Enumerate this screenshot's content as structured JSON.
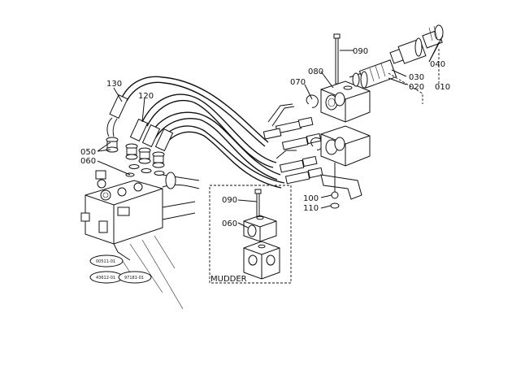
{
  "labels": {
    "p130": "130",
    "p120": "120",
    "p050": "050",
    "p060_left": "060",
    "p090_top": "090",
    "p080": "080",
    "p070": "070",
    "p040": "040",
    "p030": "030",
    "p020": "020",
    "p010": "010",
    "p100": "100",
    "p110": "110",
    "p090_inset": "090",
    "p060_inset": "060",
    "inset_title": "MUDDER"
  },
  "notes": {
    "note1": "00511-01",
    "note2": "43612-01",
    "note3": "97181-01"
  }
}
